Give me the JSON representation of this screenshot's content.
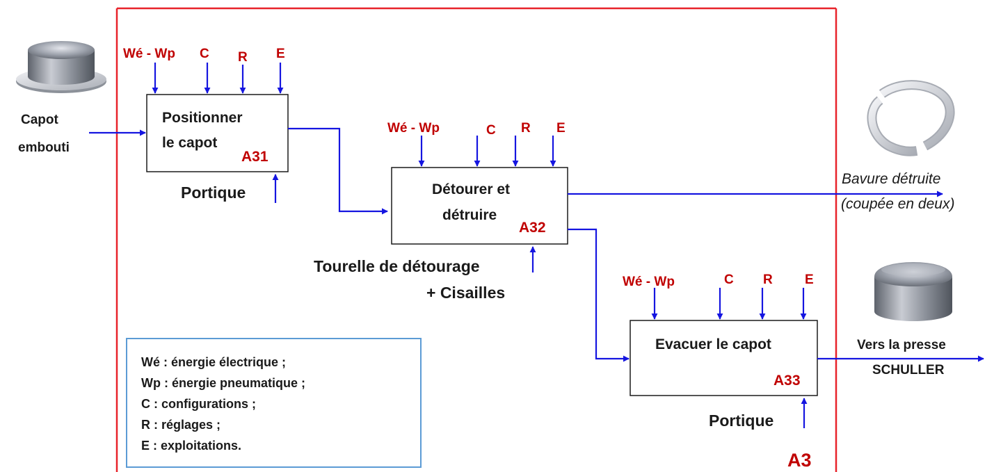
{
  "frame": {
    "code": "A3"
  },
  "controls": {
    "we_wp": "Wé - Wp",
    "c": "C",
    "r": "R",
    "e": "E"
  },
  "boxes": [
    {
      "lines": [
        "Positionner",
        "le capot"
      ],
      "code": "A31",
      "mechanism": [
        "Portique"
      ]
    },
    {
      "lines": [
        "Détourer et",
        "détruire"
      ],
      "code": "A32",
      "mechanism": [
        "Tourelle de détourage",
        "+ Cisailles"
      ]
    },
    {
      "lines": [
        "Evacuer le capot"
      ],
      "code": "A33",
      "mechanism": [
        "Portique"
      ]
    }
  ],
  "input": {
    "lines": [
      "Capot",
      "embouti"
    ]
  },
  "outputs": {
    "waste": [
      "Bavure détruite",
      "(coupée en deux)"
    ],
    "product": [
      "Vers la presse",
      "SCHULLER"
    ]
  },
  "legend": [
    "Wé : énergie électrique ;",
    "Wp : énergie pneumatique ;",
    "C : configurations ;",
    "R : réglages ;",
    "E : exploitations."
  ],
  "colors": {
    "frame": "#e8232a",
    "flow": "#1515e0",
    "label_red": "#c00000",
    "legend_border": "#5b9bd5"
  }
}
